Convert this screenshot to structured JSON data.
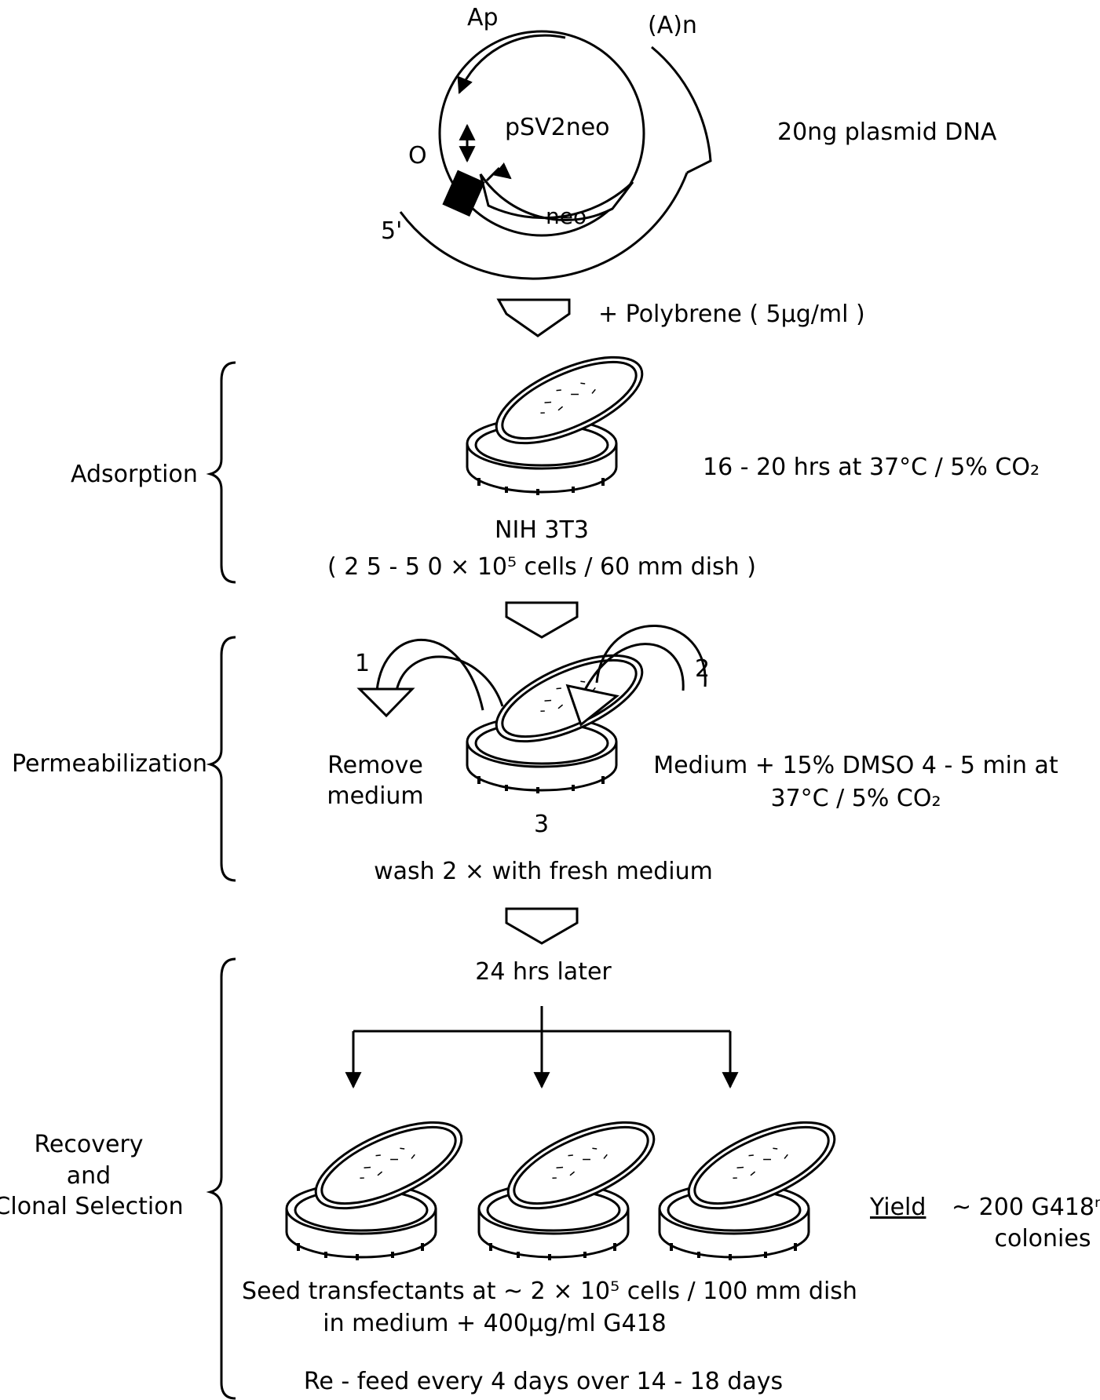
{
  "plasmid": {
    "name": "pSV2neo",
    "ap": "Ap",
    "polya": "(A)n",
    "ori": "O",
    "five_prime": "5'",
    "neo": "neo",
    "amount": "20ng plasmid DNA"
  },
  "step_polybrene": "+ Polybrene ( 5μg/ml )",
  "adsorption": {
    "stage": "Adsorption",
    "condition": "16 - 20 hrs at 37°C / 5% CO₂",
    "cell_line": "NIH 3T3",
    "density": "( 2 5 - 5 0 × 10⁵ cells / 60 mm dish )"
  },
  "permeabilization": {
    "stage": "Permeabilization",
    "num1": "1",
    "num2": "2",
    "num3": "3",
    "remove_line1": "Remove",
    "remove_line2": "medium",
    "medium_line1": "Medium + 15% DMSO  4 - 5 min at",
    "medium_line2": "37°C / 5% CO₂",
    "wash": "wash 2 × with fresh medium"
  },
  "recovery": {
    "stage_line1": "Recovery",
    "stage_line2": "and",
    "stage_line3": "Clonal Selection",
    "later": "24 hrs later",
    "yield_label": "Yield",
    "yield_value": "~ 200 G418ʳ",
    "yield_unit": "colonies",
    "seed_line1": "Seed transfectants at ~ 2 × 10⁵ cells / 100 mm dish",
    "seed_line2": "in medium + 400μg/ml G418",
    "refeed": "Re - feed every 4 days over 14 - 18 days"
  }
}
